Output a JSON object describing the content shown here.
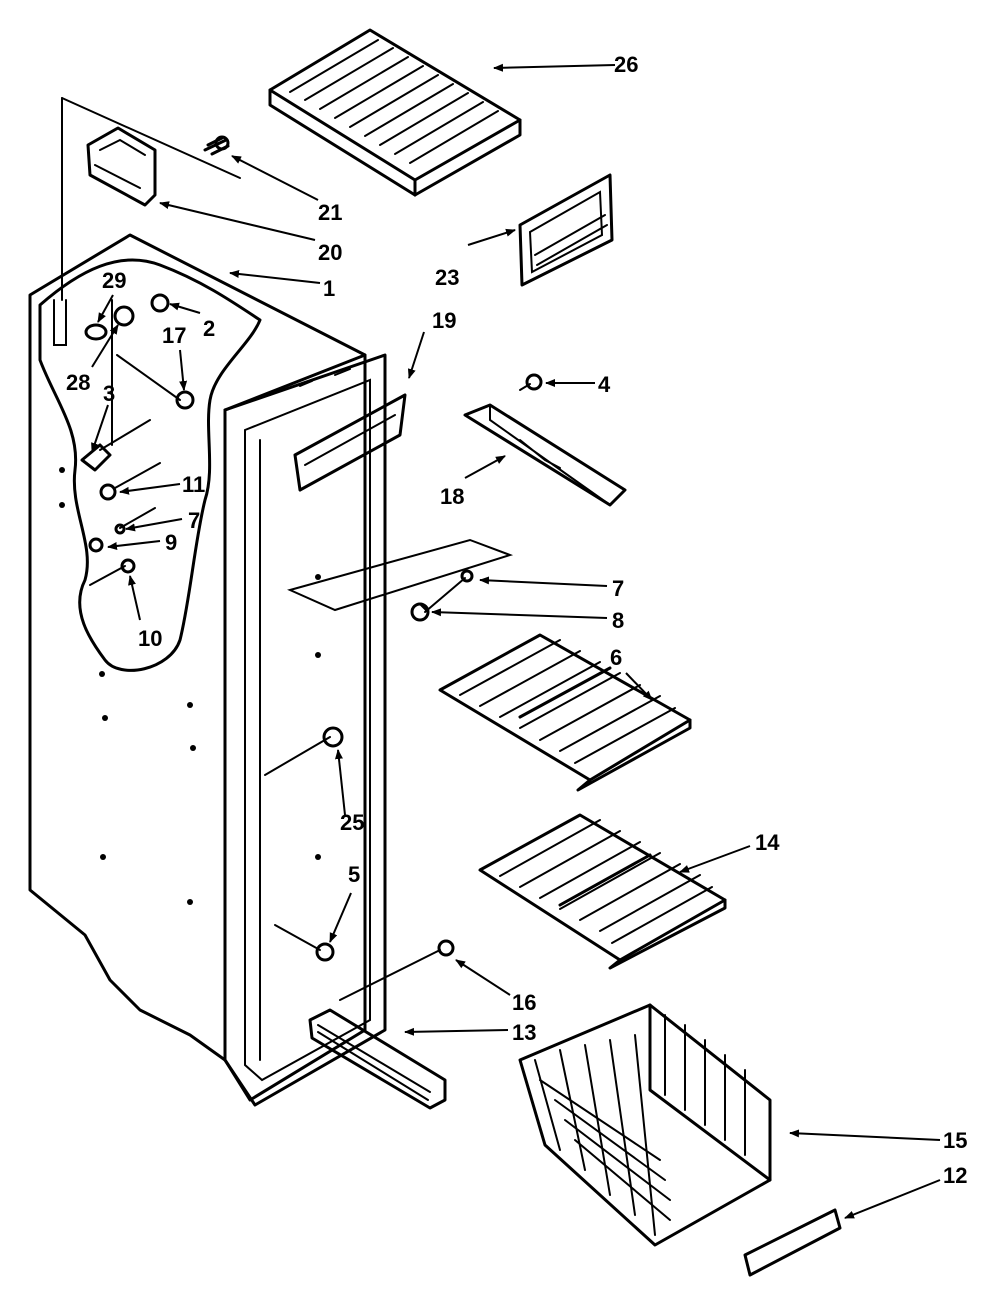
{
  "callouts": {
    "c1": "1",
    "c2": "2",
    "c3": "3",
    "c4": "4",
    "c5": "5",
    "c6": "6",
    "c7a": "7",
    "c7b": "7",
    "c8": "8",
    "c9": "9",
    "c10": "10",
    "c11": "11",
    "c12": "12",
    "c13": "13",
    "c14": "14",
    "c15": "15",
    "c16": "16",
    "c17": "17",
    "c18": "18",
    "c19": "19",
    "c20": "20",
    "c21": "21",
    "c23": "23",
    "c25": "25",
    "c26": "26",
    "c28": "28",
    "c29": "29"
  },
  "colors": {
    "line": "#000000",
    "background": "#ffffff"
  }
}
